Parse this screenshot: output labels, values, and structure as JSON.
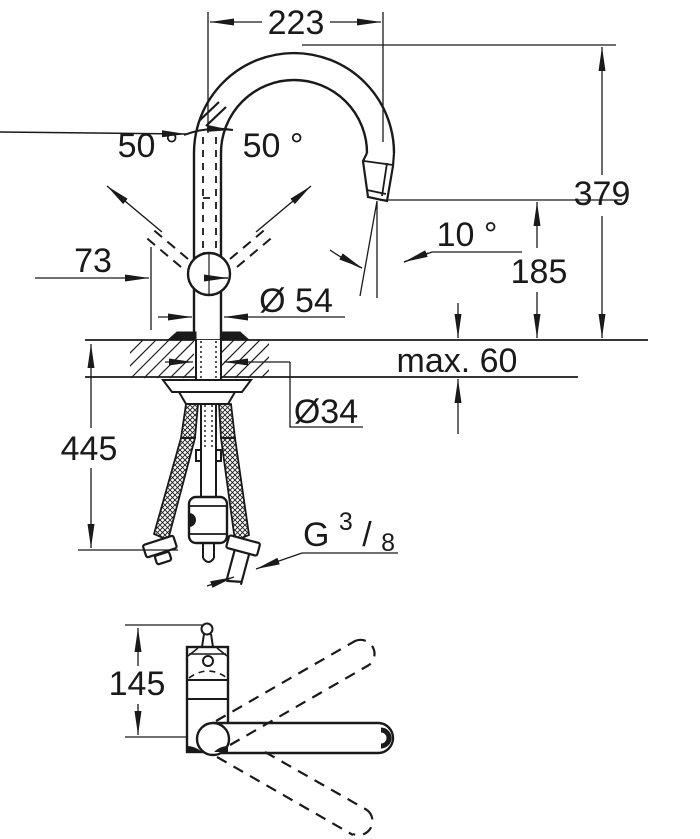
{
  "drawing": {
    "title": "kitchen-faucet-dimension-drawing",
    "colors": {
      "line": "#1a1a1a",
      "background": "#ffffff"
    },
    "dimensions": {
      "spout_reach": "223",
      "total_height": "379",
      "outlet_height": "185",
      "swivel_left": "50 °",
      "swivel_right": "50 °",
      "lever_offset": "73",
      "body_diameter": "Ø 54",
      "max_deck_thickness": "max. 60",
      "hole_diameter": "Ø34",
      "hose_length": "445",
      "spray_angle": "10 °",
      "base_height": "145"
    },
    "thread": {
      "g": "G",
      "sup": "3",
      "slash": "/",
      "sub": "8"
    }
  }
}
